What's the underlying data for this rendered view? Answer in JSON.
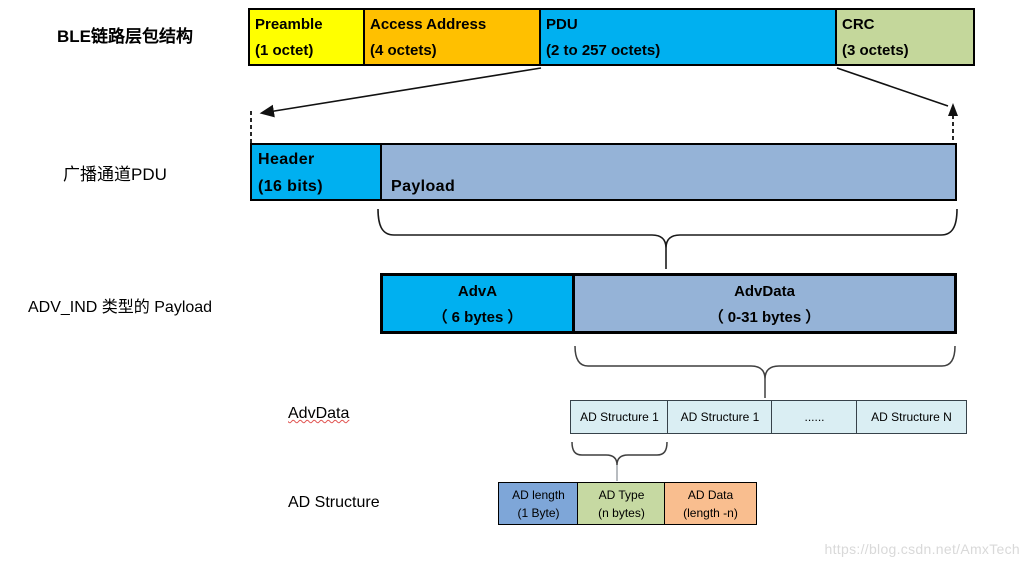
{
  "rows": {
    "packet": {
      "label": "BLE链路层包结构",
      "cells": [
        {
          "title": "Preamble",
          "sub": "(1 octet)"
        },
        {
          "title": "Access Address",
          "sub": "(4 octets)"
        },
        {
          "title": "PDU",
          "sub": "(2 to 257 octets)"
        },
        {
          "title": "CRC",
          "sub": "(3 octets)"
        }
      ]
    },
    "pdu": {
      "label": "广播通道PDU",
      "cells": [
        {
          "title": "Header",
          "sub": "(16 bits)"
        },
        {
          "title": "Payload"
        }
      ]
    },
    "payload": {
      "label": "ADV_IND 类型的 Payload",
      "cells": [
        {
          "title": "AdvA",
          "sub": "（ 6 bytes ）"
        },
        {
          "title": "AdvData",
          "sub": "（ 0-31 bytes ）"
        }
      ]
    },
    "advdata": {
      "label": "AdvData",
      "cells": [
        {
          "title": "AD Structure 1"
        },
        {
          "title": "AD Structure 1"
        },
        {
          "title": "......"
        },
        {
          "title": "AD Structure N"
        }
      ]
    },
    "adstructure": {
      "label": "AD Structure",
      "cells": [
        {
          "title": "AD length",
          "sub": "(1 Byte)"
        },
        {
          "title": "AD Type",
          "sub": "(n bytes)"
        },
        {
          "title": "AD Data",
          "sub": "(length -n)"
        }
      ]
    }
  },
  "watermark": "https://blog.csdn.net/AmxTech",
  "colors": {
    "preamble": "#ffff00",
    "access_address": "#ffc000",
    "pdu": "#00b0f0",
    "crc": "#c4d79b",
    "header": "#00b0f0",
    "payload": "#95b3d7",
    "adva": "#00b0f0",
    "advdata_box": "#95b3d7",
    "ad_structure_cell": "#daeef3",
    "ad_length": "#7ea6d8",
    "ad_type": "#c6d9a2",
    "ad_data": "#f9be8f",
    "underline_red": "#e0524f",
    "watermark_gray": "#d9d9d9"
  }
}
